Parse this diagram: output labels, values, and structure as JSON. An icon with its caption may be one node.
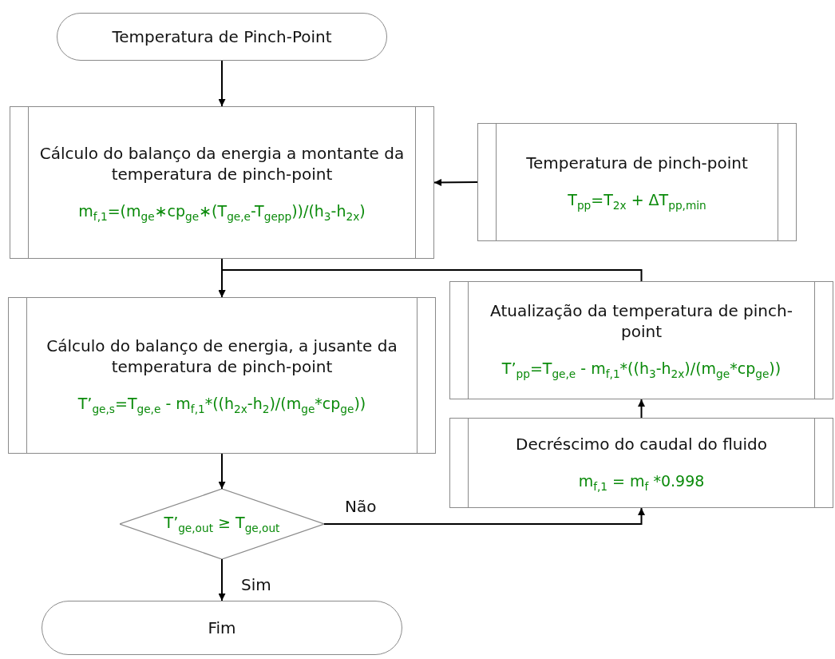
{
  "diagram": {
    "nodes": [
      {
        "text": [
          "Temperatura de Pinch-Point"
        ]
      },
      {
        "text": [
          "Cálculo do balanço da energia a montante da temperatura de pinch-point",
          "m$_{f,1}$=(m$_{ge}$∗cp$_{ge}$∗(T$_{ge,e}$-T$_{gepp}$))/(h$_{3}$-h$_{2x}$)"
        ]
      },
      {
        "text": [
          "Temperatura de pinch-point",
          "T$_{pp}$=T$_{2x}$ + ΔT$_{pp,min}$"
        ]
      },
      {
        "text": [
          "Cálculo do balanço de energia, a jusante da temperatura de pinch-point",
          "T’$_{ge,s}$=T$_{ge,e}$ - m$_{f,1}$*((h$_{2x}$-h$_{2}$)/(m$_{ge}$*cp$_{ge}$))"
        ]
      },
      {
        "text": [
          "Atualização da temperatura de pinch-point",
          "T’$_{pp}$=T$_{ge,e}$ - m$_{f,1}$*((h$_{3}$-h$_{2x}$)/(m$_{ge}$*cp$_{ge}$))"
        ]
      },
      {
        "text": [
          "Decréscimo do caudal do fluido",
          "m$_{f,1}$ = m$_{f}$ *0.998"
        ]
      },
      {
        "text": [
          "T’$_{ge,out}$ ≥ T$_{ge,out}$"
        ]
      },
      {
        "text": [
          "Fim"
        ]
      }
    ],
    "edges": [
      {
        "from": 0,
        "to": 1,
        "arrow": "to"
      },
      {
        "from": 2,
        "to": 1,
        "arrow": "to"
      },
      {
        "from": 1,
        "to": 3,
        "arrow": "to"
      },
      {
        "from": 4,
        "to": 3,
        "arrow": "to"
      },
      {
        "from": 3,
        "to": 6,
        "arrow": "to"
      },
      {
        "from": 6,
        "to": 7,
        "label": "Sim",
        "arrow": "to"
      },
      {
        "from": 6,
        "to": 5,
        "label": "Não",
        "arrow": "to"
      },
      {
        "from": 5,
        "to": 4,
        "arrow": "to"
      }
    ]
  }
}
